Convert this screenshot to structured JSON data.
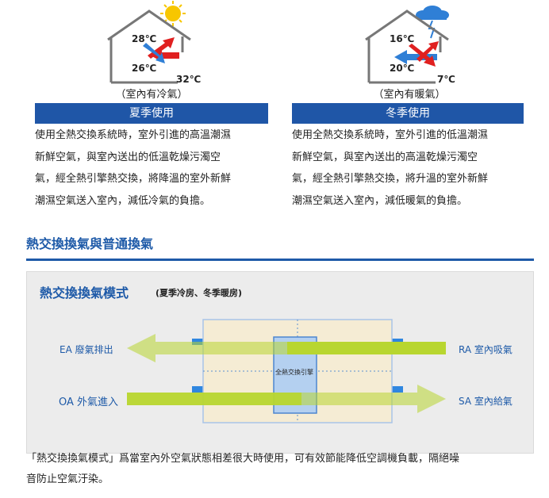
{
  "summer": {
    "temp_top": "28℃",
    "temp_mid": "26℃",
    "temp_out": "32℃",
    "caption": "（室內有冷氣）",
    "bar_label": "夏季使用",
    "desc_lines": [
      "使用全熱交換系統時，室外引進的高溫潮濕",
      "新鮮空氣，與室內送出的低溫乾燥污濁空",
      "氣，經全熱引擎熱交換，將降溫的室外新鮮",
      "潮濕空氣送入室內，減低冷氣的負擔。"
    ]
  },
  "winter": {
    "temp_top": "16℃",
    "temp_mid": "20℃",
    "temp_out": "7℃",
    "caption": "（室內有暖氣）",
    "bar_label": "冬季使用",
    "desc_lines": [
      "使用全熱交換系統時，室外引進的低溫潮濕",
      "新鮮空氣，與室內送出的高溫乾燥污濁空",
      "氣，經全熱引擎熱交換，將升溫的室外新鮮",
      "潮濕空氣送入室內，減低暖氣的負擔。"
    ]
  },
  "section": {
    "title": "熱交換換氣與普通換氣"
  },
  "diagram": {
    "mode_title": "熱交換換氣模式",
    "mode_subtitle": "(夏季冷房、冬季暖房)",
    "core_label": "全熱交換引擎",
    "ea_label": "EA 廢氣排出",
    "ra_label": "RA 室內吸氣",
    "oa_label": "OA 外氣進入",
    "sa_label": "SA 室內給氣"
  },
  "bottom": {
    "lines": [
      "「熱交換換氣模式」爲當室內外空氣狀態相差很大時使用，可有效節能降低空調機負載，隔絕噪",
      "音防止空氣汙染。"
    ]
  },
  "colors": {
    "brand_blue": "#1f56a7",
    "red_arrow": "#e02020",
    "blue_arrow": "#2f7fd6",
    "green_arrow": "#b8d630",
    "sun": "#f7c600"
  }
}
